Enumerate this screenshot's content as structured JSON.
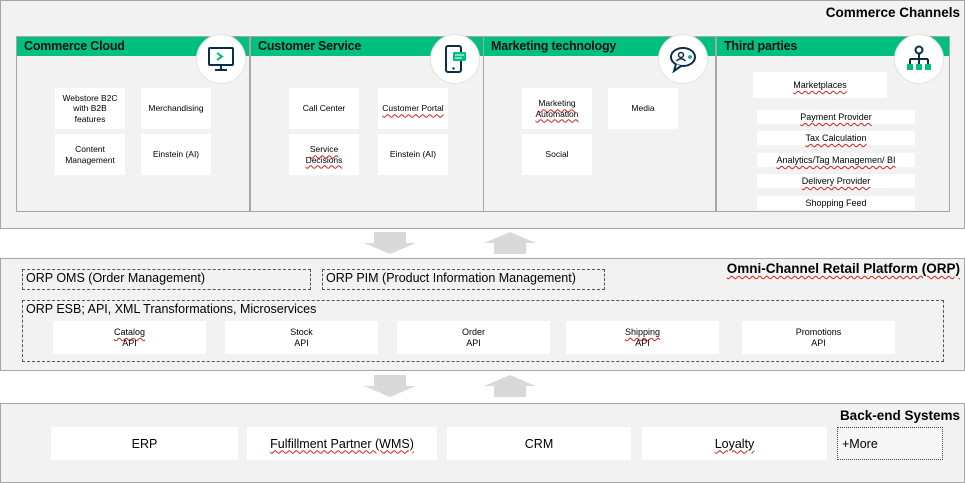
{
  "commerce_channels": {
    "title": "Commerce Channels",
    "columns": [
      {
        "title": "Commerce Cloud",
        "icon": "monitor-icon",
        "items": [
          "Webstore B2C with B2B features",
          "Merchandising",
          "Content Management",
          "Einstein (AI)"
        ]
      },
      {
        "title": "Customer Service",
        "icon": "mobile-chat-icon",
        "items": [
          "Call Center",
          "Customer Portal",
          "Service Decisions",
          "Einstein (AI)"
        ]
      },
      {
        "title": "Marketing technology",
        "icon": "speech-person-icon",
        "items": [
          "Marketing Automation",
          "Media",
          "Social"
        ]
      },
      {
        "title": "Third parties",
        "icon": "network-icon",
        "items": [
          "Marketplaces",
          "Payment Provider",
          "Tax Calculation",
          "Analytics/Tag Managemen/ BI",
          "Delivery Provider",
          "Shopping Feed"
        ]
      }
    ]
  },
  "orp": {
    "title": "Omni-Channel Retail Platform (ORP)",
    "oms": "ORP OMS (Order Management)",
    "pim": "ORP PIM (Product Information Management)",
    "esb": "ORP ESB; API, XML Transformations, Microservices",
    "apis": [
      {
        "name": "Catalog",
        "suffix": "API"
      },
      {
        "name": "Stock",
        "suffix": "API"
      },
      {
        "name": "Order",
        "suffix": "API"
      },
      {
        "name": "Shipping",
        "suffix": "API"
      },
      {
        "name": "Promotions",
        "suffix": "API"
      }
    ]
  },
  "backend": {
    "title": "Back-end Systems",
    "systems": [
      "ERP",
      "Fulfillment Partner (WMS)",
      "CRM",
      "Loyalty"
    ],
    "more": "+More"
  },
  "colors": {
    "accent": "#00c081",
    "band": "#f2f2f2",
    "border": "#a6a6a6",
    "arrow": "#d9d9d9"
  }
}
